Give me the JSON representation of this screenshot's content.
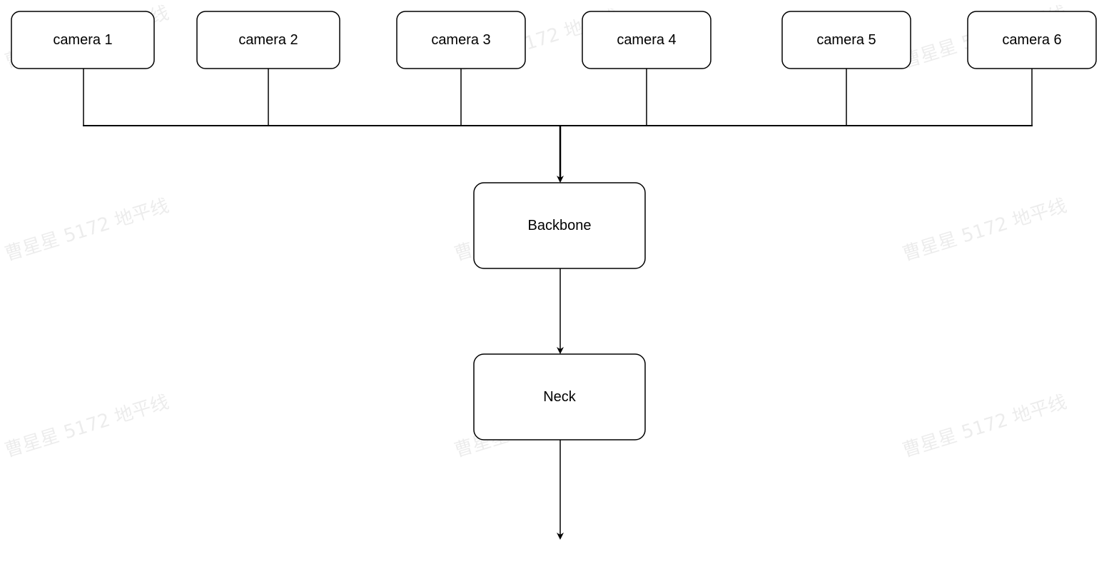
{
  "diagram": {
    "cameras": [
      "camera 1",
      "camera 2",
      "camera 3",
      "camera 4",
      "camera 5",
      "camera 6"
    ],
    "backbone_label": "Backbone",
    "neck_label": "Neck"
  },
  "watermark": {
    "text": "曹星星 5172 地平线"
  },
  "colors": {
    "stroke": "#000000",
    "node_fill": "#ffffff",
    "background": "#ffffff"
  }
}
